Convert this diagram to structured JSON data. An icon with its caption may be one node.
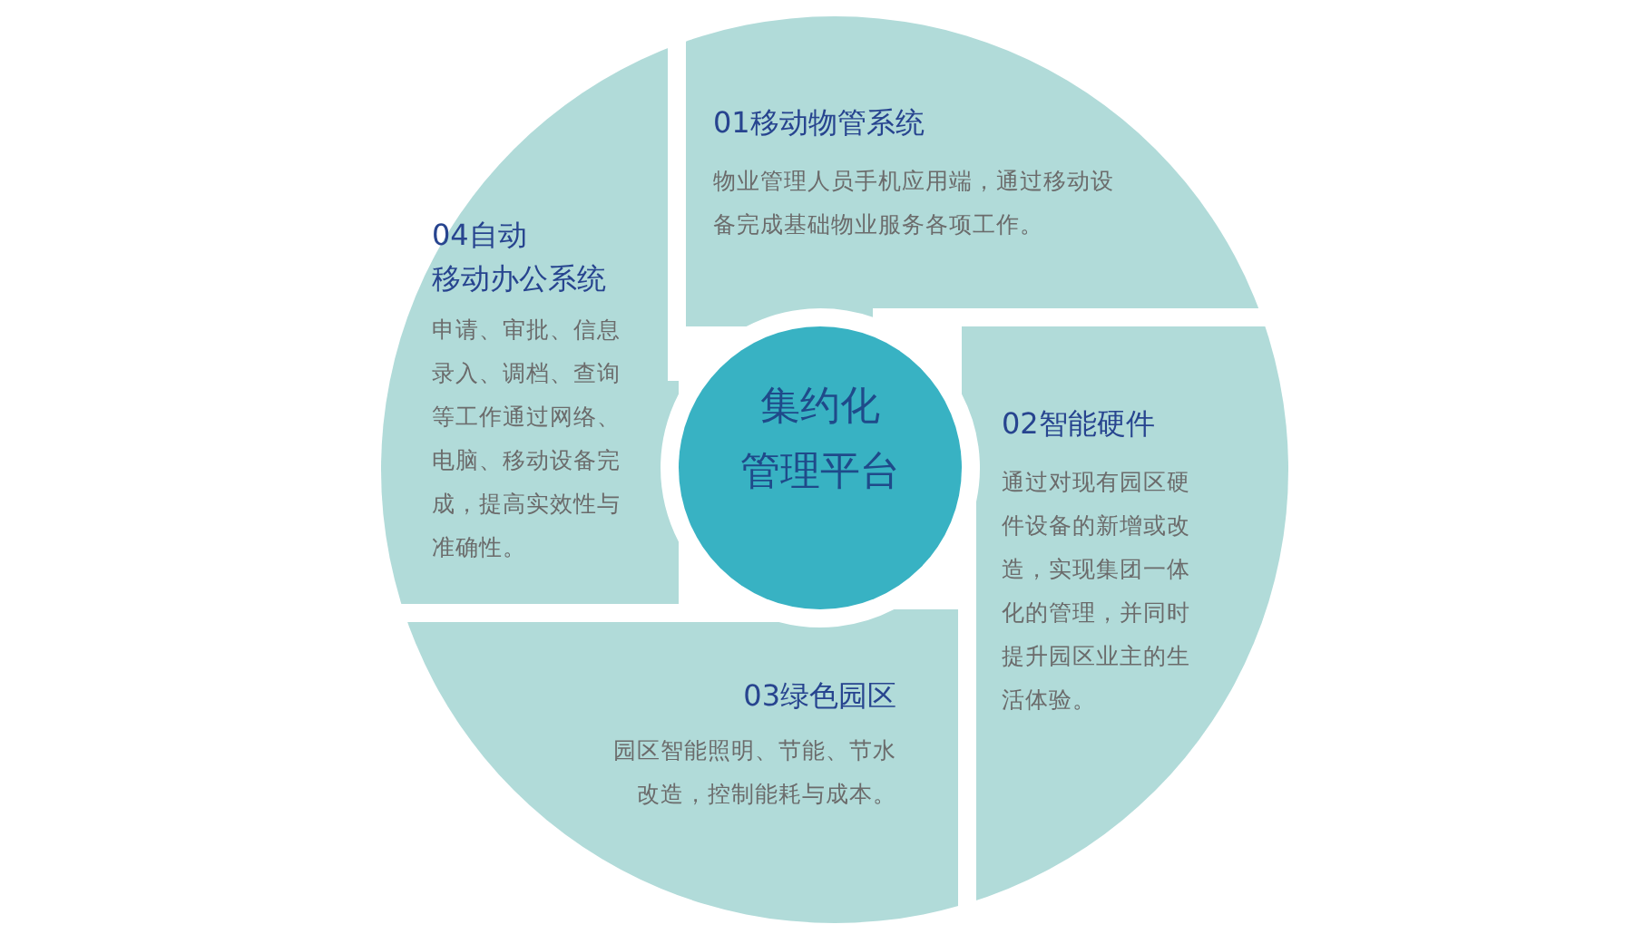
{
  "diagram": {
    "nodes": [
      {
        "text": [
          "集约化",
          "管理平台"
        ]
      },
      {
        "text": [
          "01移动物管系统",
          "物业管理人员手机应用端，通过移动设备完成基础物业服务各项工作。"
        ]
      },
      {
        "text": [
          "02智能硬件",
          "通过对现有园区硬件设备的新增或改造，实现集团一体化的管理，并同时提升园区业主的生活体验。"
        ]
      },
      {
        "text": [
          "03绿色园区",
          "园区智能照明、节能、节水改造，控制能耗与成本。"
        ]
      },
      {
        "text": [
          "04自动",
          "移动办公系统",
          "申请、审批、信息录入、调档、查询等工作通过网络、电脑、移动设备完成，提高实效性与准确性。"
        ]
      }
    ]
  }
}
